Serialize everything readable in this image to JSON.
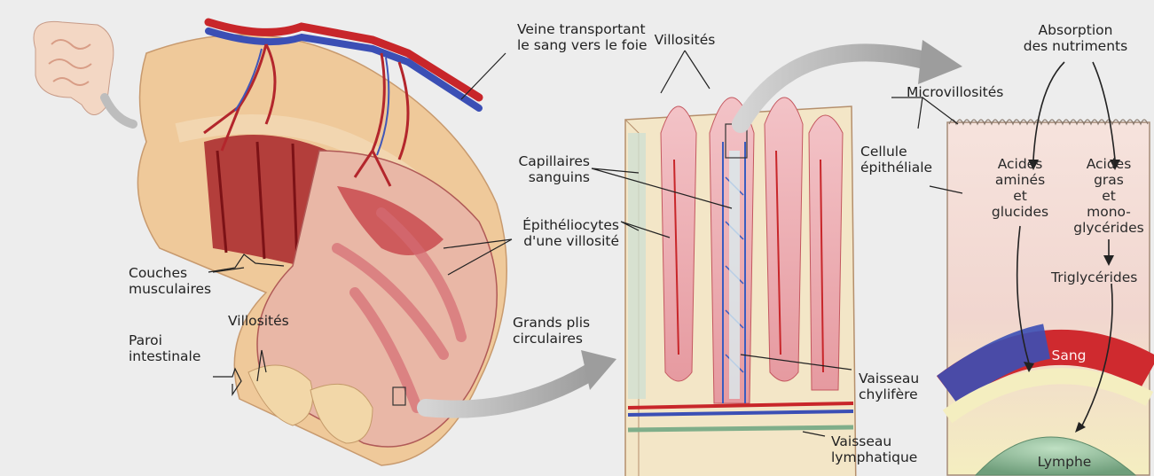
{
  "labels": {
    "veine": "Veine transportant\nle sang vers le foie",
    "villosites_top": "Villosités",
    "absorption": "Absorption\ndes nutriments",
    "microvillosites": "Microvillosités",
    "cellule": "Cellule\népithéliale",
    "capillaires": "Capillaires\nsanguins",
    "epitheliocytes": "Épithéliocytes\nd'une villosité",
    "acides_amines": "Acides\naminés\net\nglucides",
    "acides_gras": "Acides\ngras\net\nmono-\nglycérides",
    "triglycerides": "Triglycérides",
    "couches": "Couches\nmusculaires",
    "villosites_left": "Villosités",
    "paroi": "Paroi\nintestinale",
    "grands_plis": "Grands plis\ncirculaires",
    "sang": "Sang",
    "vaisseau_chylifere": "Vaisseau\nchylifère",
    "vaisseau_lymphatique": "Vaisseau\nlymphatique",
    "lymphe": "Lymphe"
  },
  "colors": {
    "background": "#ededed",
    "tissue_pink": "#e7a6a6",
    "muscle_red": "#a8262a",
    "cream": "#f1e3b8",
    "vein_blue": "#3b4fb5",
    "artery_red": "#c8262a",
    "lymph_green": "#7fae8a",
    "arrow_gray": "#a7a7a7"
  }
}
